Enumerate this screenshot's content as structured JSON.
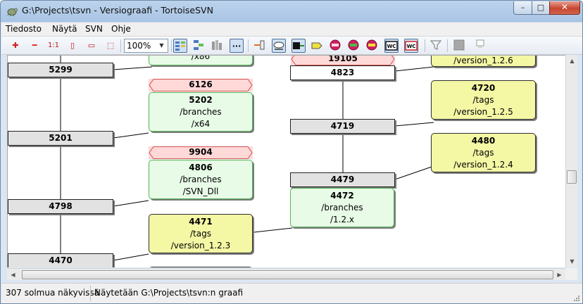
{
  "window": {
    "title": "G:\\Projects\\tsvn - Versiograafi - TortoiseSVN",
    "minimize": "–",
    "maximize": "□",
    "close": "✕"
  },
  "menu": [
    "Tiedosto",
    "Näytä",
    "SVN",
    "Ohje"
  ],
  "toolbar": {
    "zoom": "100%",
    "buttons": [
      {
        "name": "expand-all-icon",
        "glyph": "✚",
        "color": "#d42020"
      },
      {
        "name": "collapse-all-icon",
        "glyph": "━",
        "color": "#d42020"
      },
      {
        "name": "zoom-1-1-icon",
        "glyph": "1:1",
        "color": "#d42020"
      },
      {
        "name": "zoom-fit-height-icon",
        "glyph": "▯",
        "color": "#d42020"
      },
      {
        "name": "zoom-fit-width-icon",
        "glyph": "▭",
        "color": "#d42020"
      },
      {
        "name": "zoom-fit-icon",
        "glyph": "⬚",
        "color": "#d42020"
      }
    ]
  },
  "graph": {
    "revisions": {
      "r5299": "5299",
      "r5201": "5201",
      "r4798": "4798",
      "r4470": "4470",
      "r4823": "4823",
      "r4719": "4719",
      "r4479": "4479"
    },
    "deleted": {
      "d6126": "6126",
      "d9904": "9904",
      "d19105": "19105"
    },
    "branches": {
      "top_left": {
        "rev": "",
        "path1": "",
        "path2": "/x86"
      },
      "b5202": {
        "rev": "5202",
        "path1": "/branches",
        "path2": "/x64"
      },
      "b4806": {
        "rev": "4806",
        "path1": "/branches",
        "path2": "/SVN_Dll"
      },
      "b4471": {
        "rev": "4471",
        "path1": "/tags",
        "path2": "/version_1.2.3"
      },
      "b4472": {
        "rev": "4472",
        "path1": "/branches",
        "path2": "/1.2.x"
      },
      "t_top": {
        "rev": "",
        "path1": "",
        "path2": "/version_1.2.6"
      },
      "t4720": {
        "rev": "4720",
        "path1": "/tags",
        "path2": "/version_1.2.5"
      },
      "t4480": {
        "rev": "4480",
        "path1": "/tags",
        "path2": "/version_1.2.4"
      }
    }
  },
  "status": {
    "nodes": "307 solmua näkyvissä",
    "graph": "Näytetään G:\\Projects\\tsvn:n graafi"
  }
}
